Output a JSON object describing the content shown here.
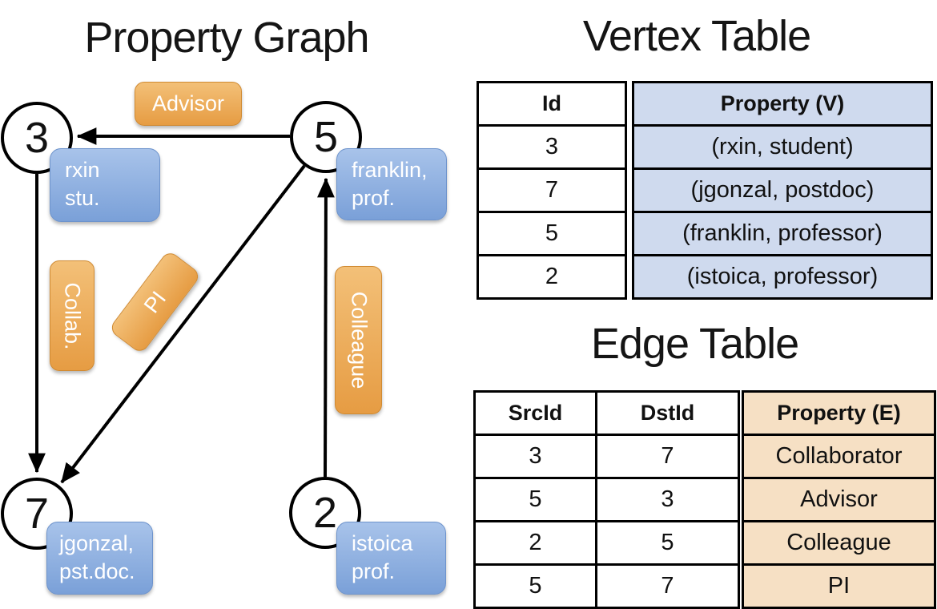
{
  "graph": {
    "title": "Property Graph",
    "nodes": [
      {
        "id": "3",
        "property_line1": "rxin",
        "property_line2": "stu."
      },
      {
        "id": "5",
        "property_line1": "franklin,",
        "property_line2": "prof."
      },
      {
        "id": "7",
        "property_line1": "jgonzal,",
        "property_line2": "pst.doc."
      },
      {
        "id": "2",
        "property_line1": "istoica",
        "property_line2": "prof."
      }
    ],
    "edges": [
      {
        "label": "Advisor",
        "src": "5",
        "dst": "3"
      },
      {
        "label": "Collab.",
        "src": "3",
        "dst": "7"
      },
      {
        "label": "PI",
        "src": "5",
        "dst": "7"
      },
      {
        "label": "Colleague",
        "src": "2",
        "dst": "5"
      }
    ]
  },
  "vertex_table": {
    "title": "Vertex Table",
    "columns": {
      "id": "Id",
      "property": "Property (V)"
    },
    "rows": [
      {
        "id": "3",
        "property": "(rxin, student)"
      },
      {
        "id": "7",
        "property": "(jgonzal, postdoc)"
      },
      {
        "id": "5",
        "property": "(franklin, professor)"
      },
      {
        "id": "2",
        "property": "(istoica, professor)"
      }
    ]
  },
  "edge_table": {
    "title": "Edge Table",
    "columns": {
      "src": "SrcId",
      "dst": "DstId",
      "property": "Property (E)"
    },
    "rows": [
      {
        "src": "3",
        "dst": "7",
        "property": "Collaborator"
      },
      {
        "src": "5",
        "dst": "3",
        "property": "Advisor"
      },
      {
        "src": "2",
        "dst": "5",
        "property": "Colleague"
      },
      {
        "src": "5",
        "dst": "7",
        "property": "PI"
      }
    ]
  },
  "colors": {
    "vertex_label_fill_top": "#a8c3ea",
    "vertex_label_fill_bottom": "#7aa0d8",
    "edge_label_fill_top": "#f3c078",
    "edge_label_fill_bottom": "#e69c43",
    "vertex_table_property_fill": "#cfdaee",
    "edge_table_property_fill": "#f6e0c4",
    "line_color": "#000000"
  }
}
